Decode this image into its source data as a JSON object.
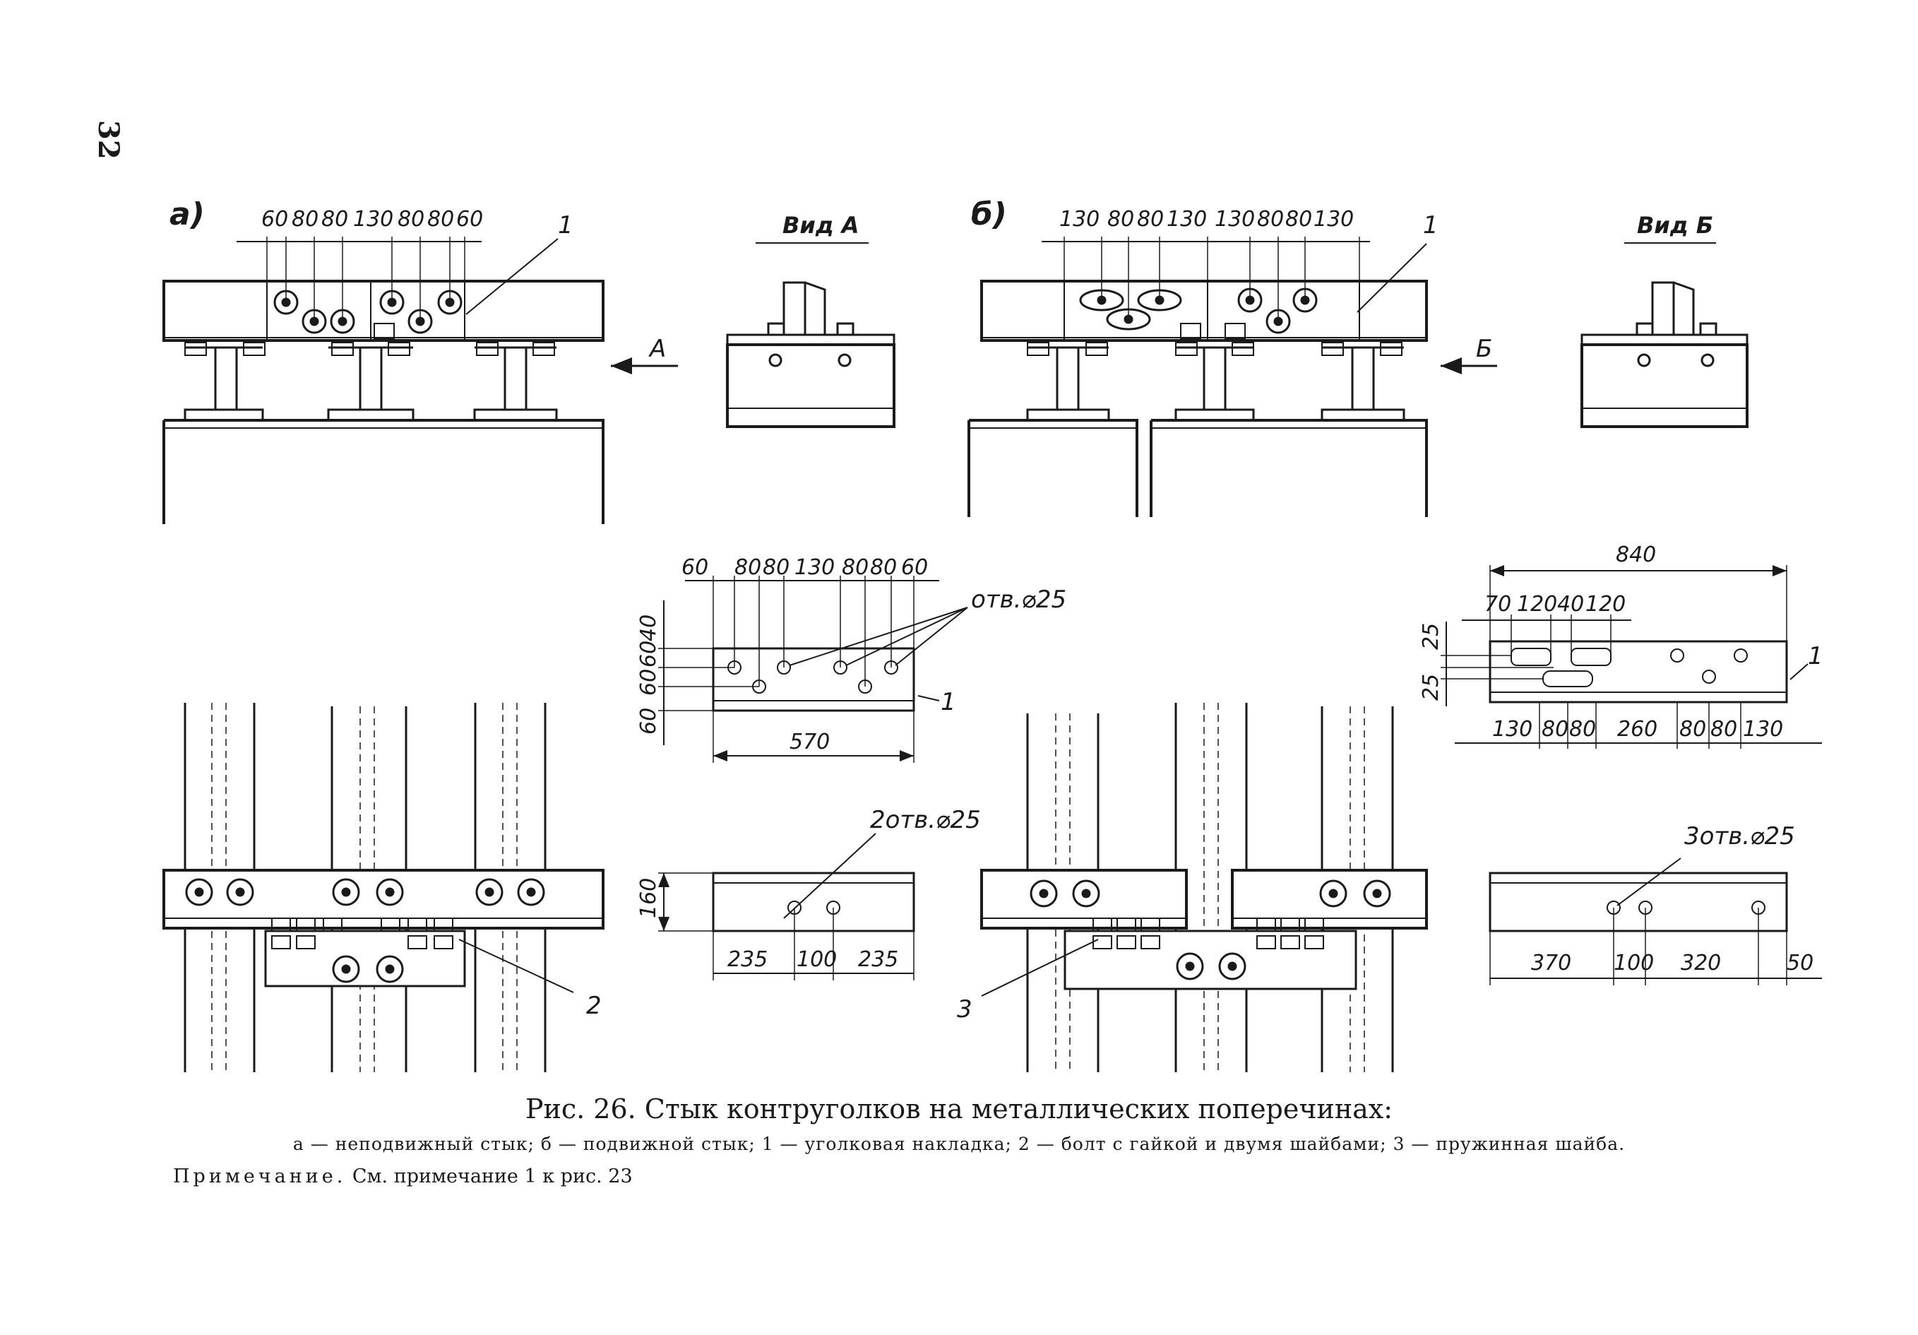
{
  "page_number": "32",
  "panels": {
    "a": {
      "label": "а)"
    },
    "b": {
      "label": "б)"
    }
  },
  "views": {
    "a": "Вид А",
    "b": "Вид Б"
  },
  "arrows": {
    "a": "А",
    "b": "Б"
  },
  "dims": {
    "top_a": [
      "60",
      "80",
      "80",
      "130",
      "80",
      "80",
      "60"
    ],
    "top_b": [
      "130",
      "80",
      "80",
      "130",
      "130",
      "80",
      "80",
      "130"
    ],
    "plate_a_top": [
      "60",
      "80",
      "80",
      "130",
      "80",
      "80",
      "60"
    ],
    "plate_a_side": [
      "40",
      "60",
      "60",
      "60"
    ],
    "plate_a_length": "570",
    "plate_b_length": "840",
    "plate_b_upper": [
      "70",
      "120",
      "40",
      "120"
    ],
    "plate_b_side": [
      "25",
      "25"
    ],
    "plate_b_bottom": [
      "130",
      "80",
      "80",
      "260",
      "80",
      "80",
      "130"
    ],
    "small_a_height": "160",
    "small_a_bottom": [
      "235",
      "100",
      "235"
    ],
    "small_b_bottom": [
      "370",
      "100",
      "320",
      "50"
    ]
  },
  "callouts": {
    "holes_a": "отв.⌀25",
    "holes_small_a": "2отв.⌀25",
    "holes_small_b": "3отв.⌀25",
    "item_1": "1",
    "item_2": "2",
    "item_3": "3"
  },
  "caption": {
    "title": "Рис. 26. Стык контруголков на металлических поперечинах:",
    "legend": "а — неподвижный стык; б — подвижной стык; 1 — уголковая накладка; 2 — болт с гайкой и двумя шайбами; 3 — пружинная шайба.",
    "note_label": "Примечание.",
    "note_text": " См. примечание 1 к рис. 23"
  }
}
